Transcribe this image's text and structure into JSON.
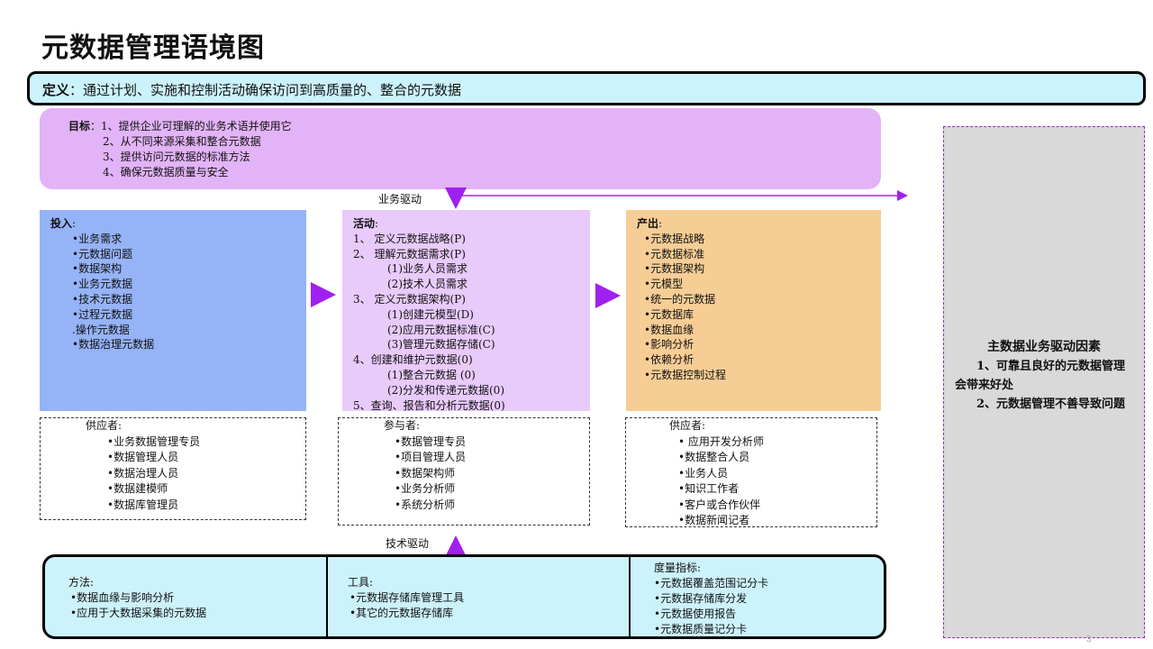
{
  "title": "元数据管理语境图",
  "definition": {
    "label": "定义",
    "text": "：通过计划、实施和控制活动确保访问到高质量的、整合的元数据"
  },
  "goals": {
    "label": "目标",
    "items": [
      "：1、提供企业可理解的业务术语并使用它",
      "2、从不同来源采集和整合元数据",
      "3、提供访问元数据的标准方法",
      "4、确保元数据质量与安全"
    ]
  },
  "business_driver": "业务驱动",
  "tech_driver": "技术驱动",
  "inputs": {
    "label": "投入",
    "items": [
      "•业务需求",
      "•元数据问题",
      "•数据架构",
      "•业务元数据",
      "•技术元数据",
      "•过程元数据",
      ".操作元数据",
      "•数据治理元数据"
    ]
  },
  "activities": {
    "label": "活动",
    "items": [
      {
        "text": "1、 定义元数据战略(P)",
        "level": 1
      },
      {
        "text": "2、 理解元数据需求(P)",
        "level": 1
      },
      {
        "text": "(1)业务人员需求",
        "level": 2
      },
      {
        "text": "(2)技术人员需求",
        "level": 2
      },
      {
        "text": "3、 定义元数据架构(P)",
        "level": 1
      },
      {
        "text": "(1)创建元模型(D)",
        "level": 2
      },
      {
        "text": "(2)应用元数据标准(C)",
        "level": 2
      },
      {
        "text": "(3)管理元数据存储(C)",
        "level": 2
      },
      {
        "text": "4、创建和维护元数据(0)",
        "level": 1
      },
      {
        "text": "(1)整合元数据 (0)",
        "level": 2
      },
      {
        "text": "(2)分发和传递元数据(0)",
        "level": 2
      },
      {
        "text": "5、查询、报告和分析元数据(0)",
        "level": 1
      }
    ]
  },
  "outputs": {
    "label": "产出",
    "items": [
      "•元数据战略",
      "•元数据标准",
      "•元数据架构",
      "•元模型",
      "•统一的元数据",
      "•元数据库",
      "•数据血缘",
      "•影响分析",
      "•依赖分析",
      "•元数据控制过程"
    ]
  },
  "suppliers_in": {
    "label": "供应者:",
    "items": [
      "•业务数据管理专员",
      "•数据管理人员",
      "•数据治理人员",
      "•数据建模师",
      "•数据库管理员"
    ]
  },
  "participants": {
    "label": "参与者:",
    "items": [
      "•数据管理专员",
      "•项目管理人员",
      "•数据架构师",
      "•业务分析师",
      "•系统分析师"
    ]
  },
  "suppliers_out": {
    "label": "供应者:",
    "items": [
      "• 应用开发分析师",
      "•数据整合人员",
      "•业务人员",
      "•知识工作者",
      "•客户或合作伙伴",
      "•数据新闻记者"
    ]
  },
  "methods": {
    "label": "方法:",
    "items": [
      "•数据血缘与影响分析",
      "•应用于大数据采集的元数据"
    ]
  },
  "tools": {
    "label": "工具:",
    "items": [
      "•元数据存储库管理工具",
      "•其它的元数据存储库"
    ]
  },
  "metrics": {
    "label": "度量指标:",
    "items": [
      "•元数据覆盖范围记分卡",
      "•元数据存储库分发",
      "•元数据使用报告",
      "•元数据质量记分卡"
    ]
  },
  "side": {
    "title": "主数据业务驱动因素",
    "items": [
      "1、可靠且良好的元数据管理会带来好处",
      "2、元数据管理不善导致问题"
    ]
  },
  "page_number": "3",
  "colors": {
    "arrow": "#a020f0",
    "input_bg": "#96b3f8",
    "activity_bg": "#e8cafb",
    "output_bg": "#f6cd95",
    "goal_bg": "#e2b3f7",
    "def_bg": "#ccf2fc"
  }
}
